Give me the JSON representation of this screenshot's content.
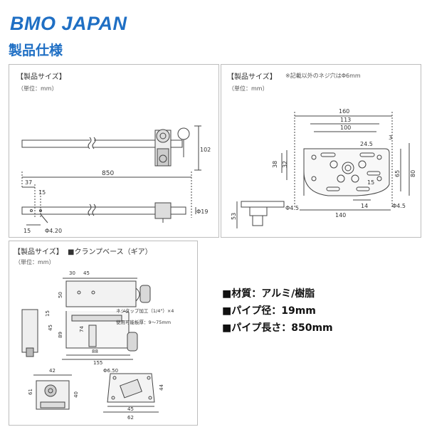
{
  "header": {
    "logo": "BMO JAPAN",
    "title": "製品仕様"
  },
  "panel1": {
    "title": "【製品サイズ】",
    "unit": "（単位：mm）",
    "dims": {
      "d102": "102",
      "d850": "850",
      "d37": "37",
      "d15a": "15",
      "d15b": "15",
      "d420": "Φ4.20",
      "d19": "Φ19"
    }
  },
  "panel2": {
    "title": "【製品サイズ】",
    "note": "※記載以外のネジ穴はΦ6mm",
    "unit": "（単位：mm）",
    "dims": {
      "d160": "160",
      "d113": "113",
      "d100": "100",
      "d3": "3",
      "d245": "24.5",
      "d38": "38",
      "d32": "32",
      "d65": "65",
      "d80": "80",
      "d15": "15",
      "d14": "14",
      "d45a": "Φ4.5",
      "d45b": "Φ4.5",
      "d140": "140",
      "d53": "53"
    }
  },
  "panel3": {
    "title": "【製品サイズ】",
    "subtitle": "■クランプベース（ギア）",
    "unit": "（単位：mm）",
    "dims": {
      "d30": "30",
      "d45": "45",
      "d50": "50",
      "d15": "15",
      "d45b": "45",
      "d89": "89",
      "d74": "74",
      "d88": "88",
      "d155": "155",
      "d42": "42",
      "d61": "61",
      "d40": "40",
      "d650": "Φ6.50",
      "d44": "44",
      "d45c": "45",
      "d62": "62"
    },
    "screw_note": "ネジタップ加工（1/4\"）×4",
    "range_note": "使用可能板厚：9〜75mm"
  },
  "specs": [
    {
      "label": "■材質：アルミ/樹脂"
    },
    {
      "label": "■パイプ径：19mm"
    },
    {
      "label": "■パイプ長さ：850mm"
    }
  ],
  "colors": {
    "brand": "#1f6fc4"
  }
}
